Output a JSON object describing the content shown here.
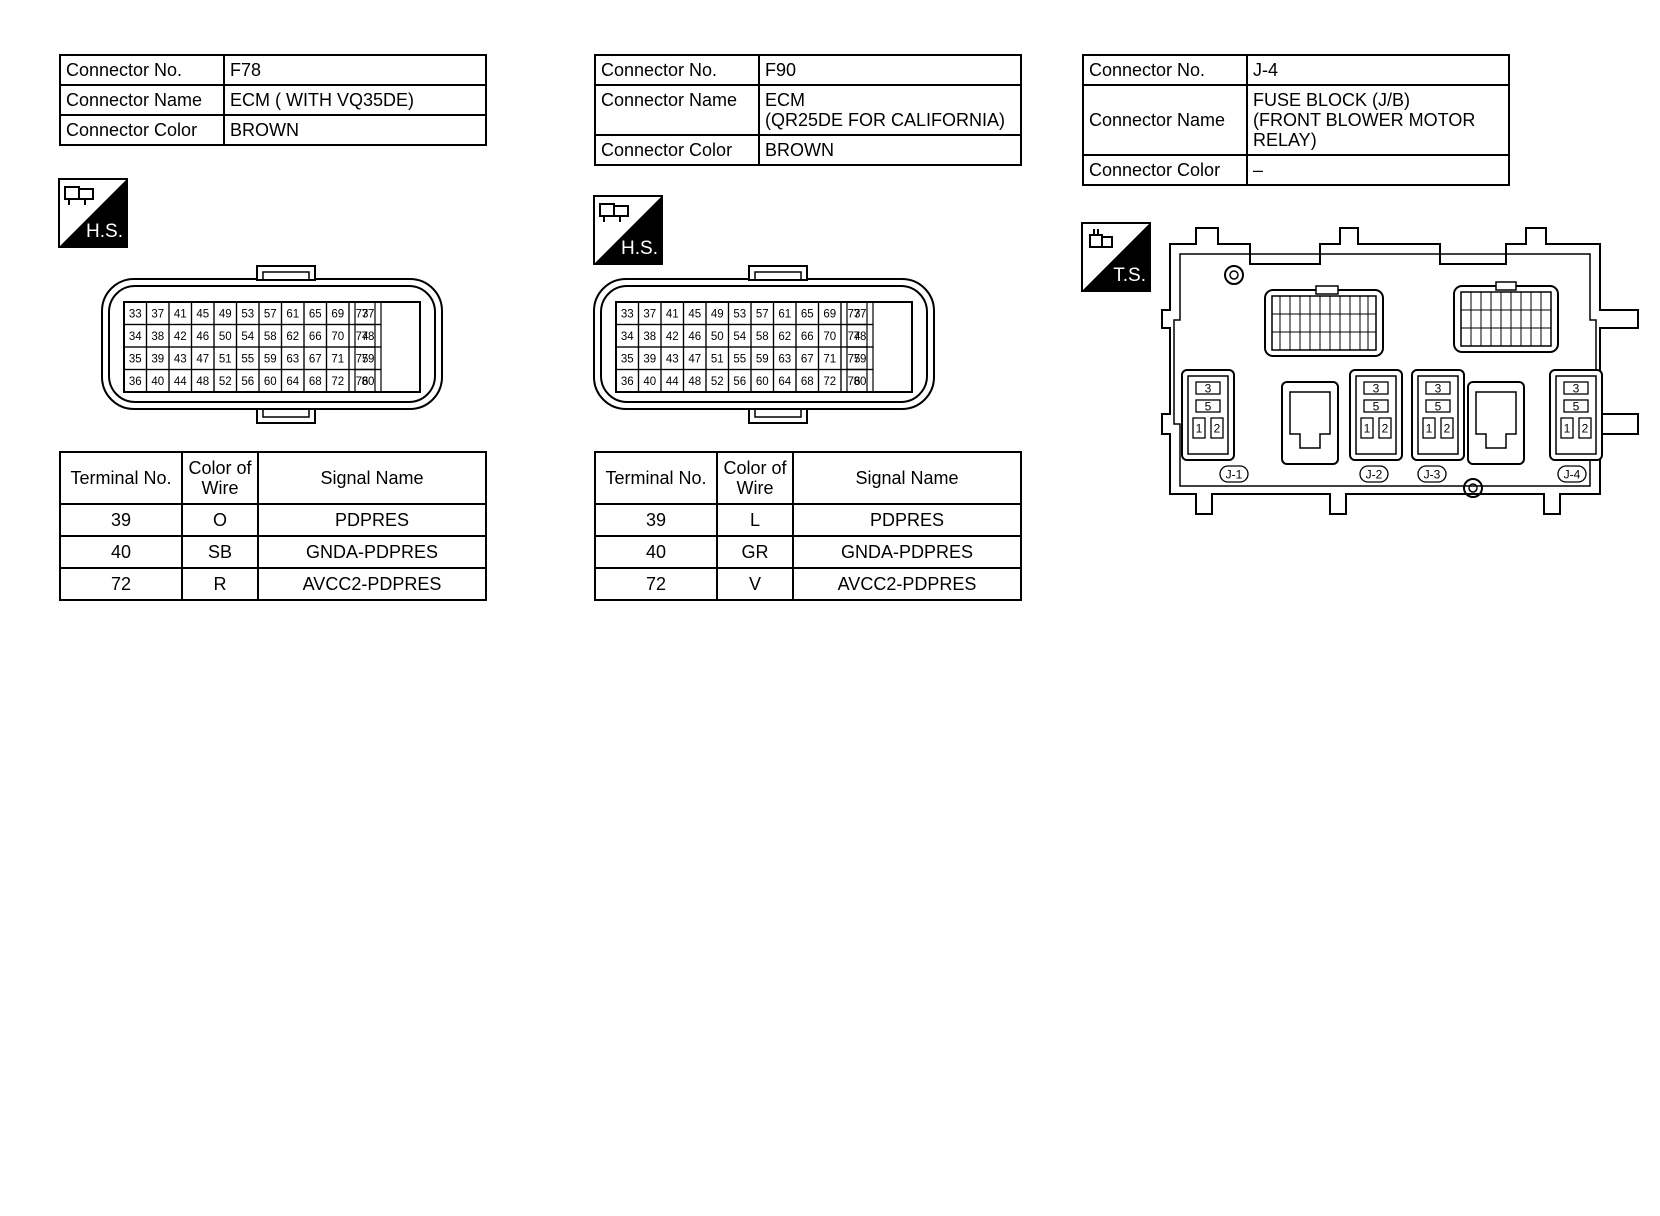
{
  "panels": [
    {
      "connector_no_label": "Connector No.",
      "connector_no": "F78",
      "connector_name_label": "Connector Name",
      "connector_name": [
        "ECM ( WITH VQ35DE)"
      ],
      "connector_color_label": "Connector Color",
      "connector_color": "BROWN",
      "badge": "H.S.",
      "headers": [
        "Terminal No.",
        "Color of Wire",
        "Signal Name"
      ],
      "rows": [
        {
          "terminal": "39",
          "color": "O",
          "signal": "PDPRES"
        },
        {
          "terminal": "40",
          "color": "SB",
          "signal": "GNDA-PDPRES"
        },
        {
          "terminal": "72",
          "color": "R",
          "signal": "AVCC2-PDPRES"
        }
      ]
    },
    {
      "connector_no_label": "Connector No.",
      "connector_no": "F90",
      "connector_name_label": "Connector Name",
      "connector_name": [
        "ECM",
        "(QR25DE FOR CALIFORNIA)"
      ],
      "connector_color_label": "Connector Color",
      "connector_color": "BROWN",
      "badge": "H.S.",
      "headers": [
        "Terminal No.",
        "Color of Wire",
        "Signal Name"
      ],
      "rows": [
        {
          "terminal": "39",
          "color": "L",
          "signal": "PDPRES"
        },
        {
          "terminal": "40",
          "color": "GR",
          "signal": "GNDA-PDPRES"
        },
        {
          "terminal": "72",
          "color": "V",
          "signal": "AVCC2-PDPRES"
        }
      ]
    },
    {
      "connector_no_label": "Connector No.",
      "connector_no": "J-4",
      "connector_name_label": "Connector Name",
      "connector_name": [
        "FUSE BLOCK (J/B)",
        "(FRONT BLOWER MOTOR",
        "RELAY)"
      ],
      "connector_color_label": "Connector Color",
      "connector_color": "–",
      "badge": "T.S."
    }
  ],
  "ecm_pins": [
    [
      "33",
      "37",
      "41",
      "45",
      "49",
      "53",
      "57",
      "61",
      "65",
      "69",
      "73",
      "77"
    ],
    [
      "34",
      "38",
      "42",
      "46",
      "50",
      "54",
      "58",
      "62",
      "66",
      "70",
      "74",
      "78"
    ],
    [
      "35",
      "39",
      "43",
      "47",
      "51",
      "55",
      "59",
      "63",
      "67",
      "71",
      "75",
      "79"
    ],
    [
      "36",
      "40",
      "44",
      "48",
      "52",
      "56",
      "60",
      "64",
      "68",
      "72",
      "76",
      "80"
    ]
  ],
  "relay_pins": [
    "3",
    "5",
    "1",
    "2"
  ],
  "relay_labels": [
    "J-1",
    "J-2",
    "J-3",
    "J-4"
  ]
}
